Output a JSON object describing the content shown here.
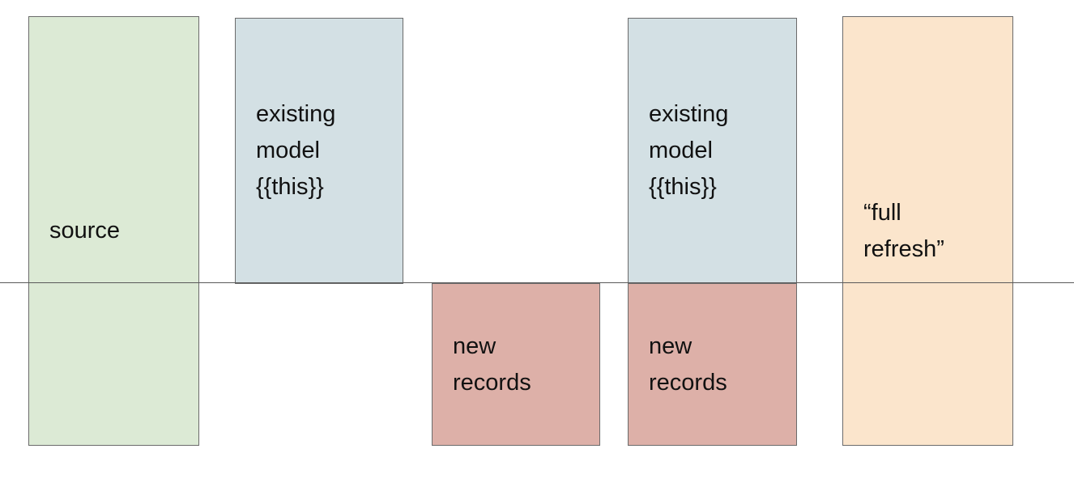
{
  "colors": {
    "canvas_bg": "#ffffff",
    "source_fill": "#dcead5",
    "model_fill": "#d3e0e4",
    "records_fill": "#ddb0a8",
    "refresh_fill": "#fbe5cc",
    "block_border": "#6b6b6b",
    "timeline_color": "#595959",
    "text_color": "#111111"
  },
  "diagram": {
    "source_block": {
      "label": "source"
    },
    "existing_model_left": {
      "label": "existing\nmodel\n{{this}}"
    },
    "new_records_left": {
      "label": "new\nrecords"
    },
    "existing_model_right": {
      "label": "existing\nmodel\n{{this}}"
    },
    "new_records_right": {
      "label": "new\nrecords"
    },
    "full_refresh_block": {
      "label": "“full\nrefresh”"
    }
  }
}
